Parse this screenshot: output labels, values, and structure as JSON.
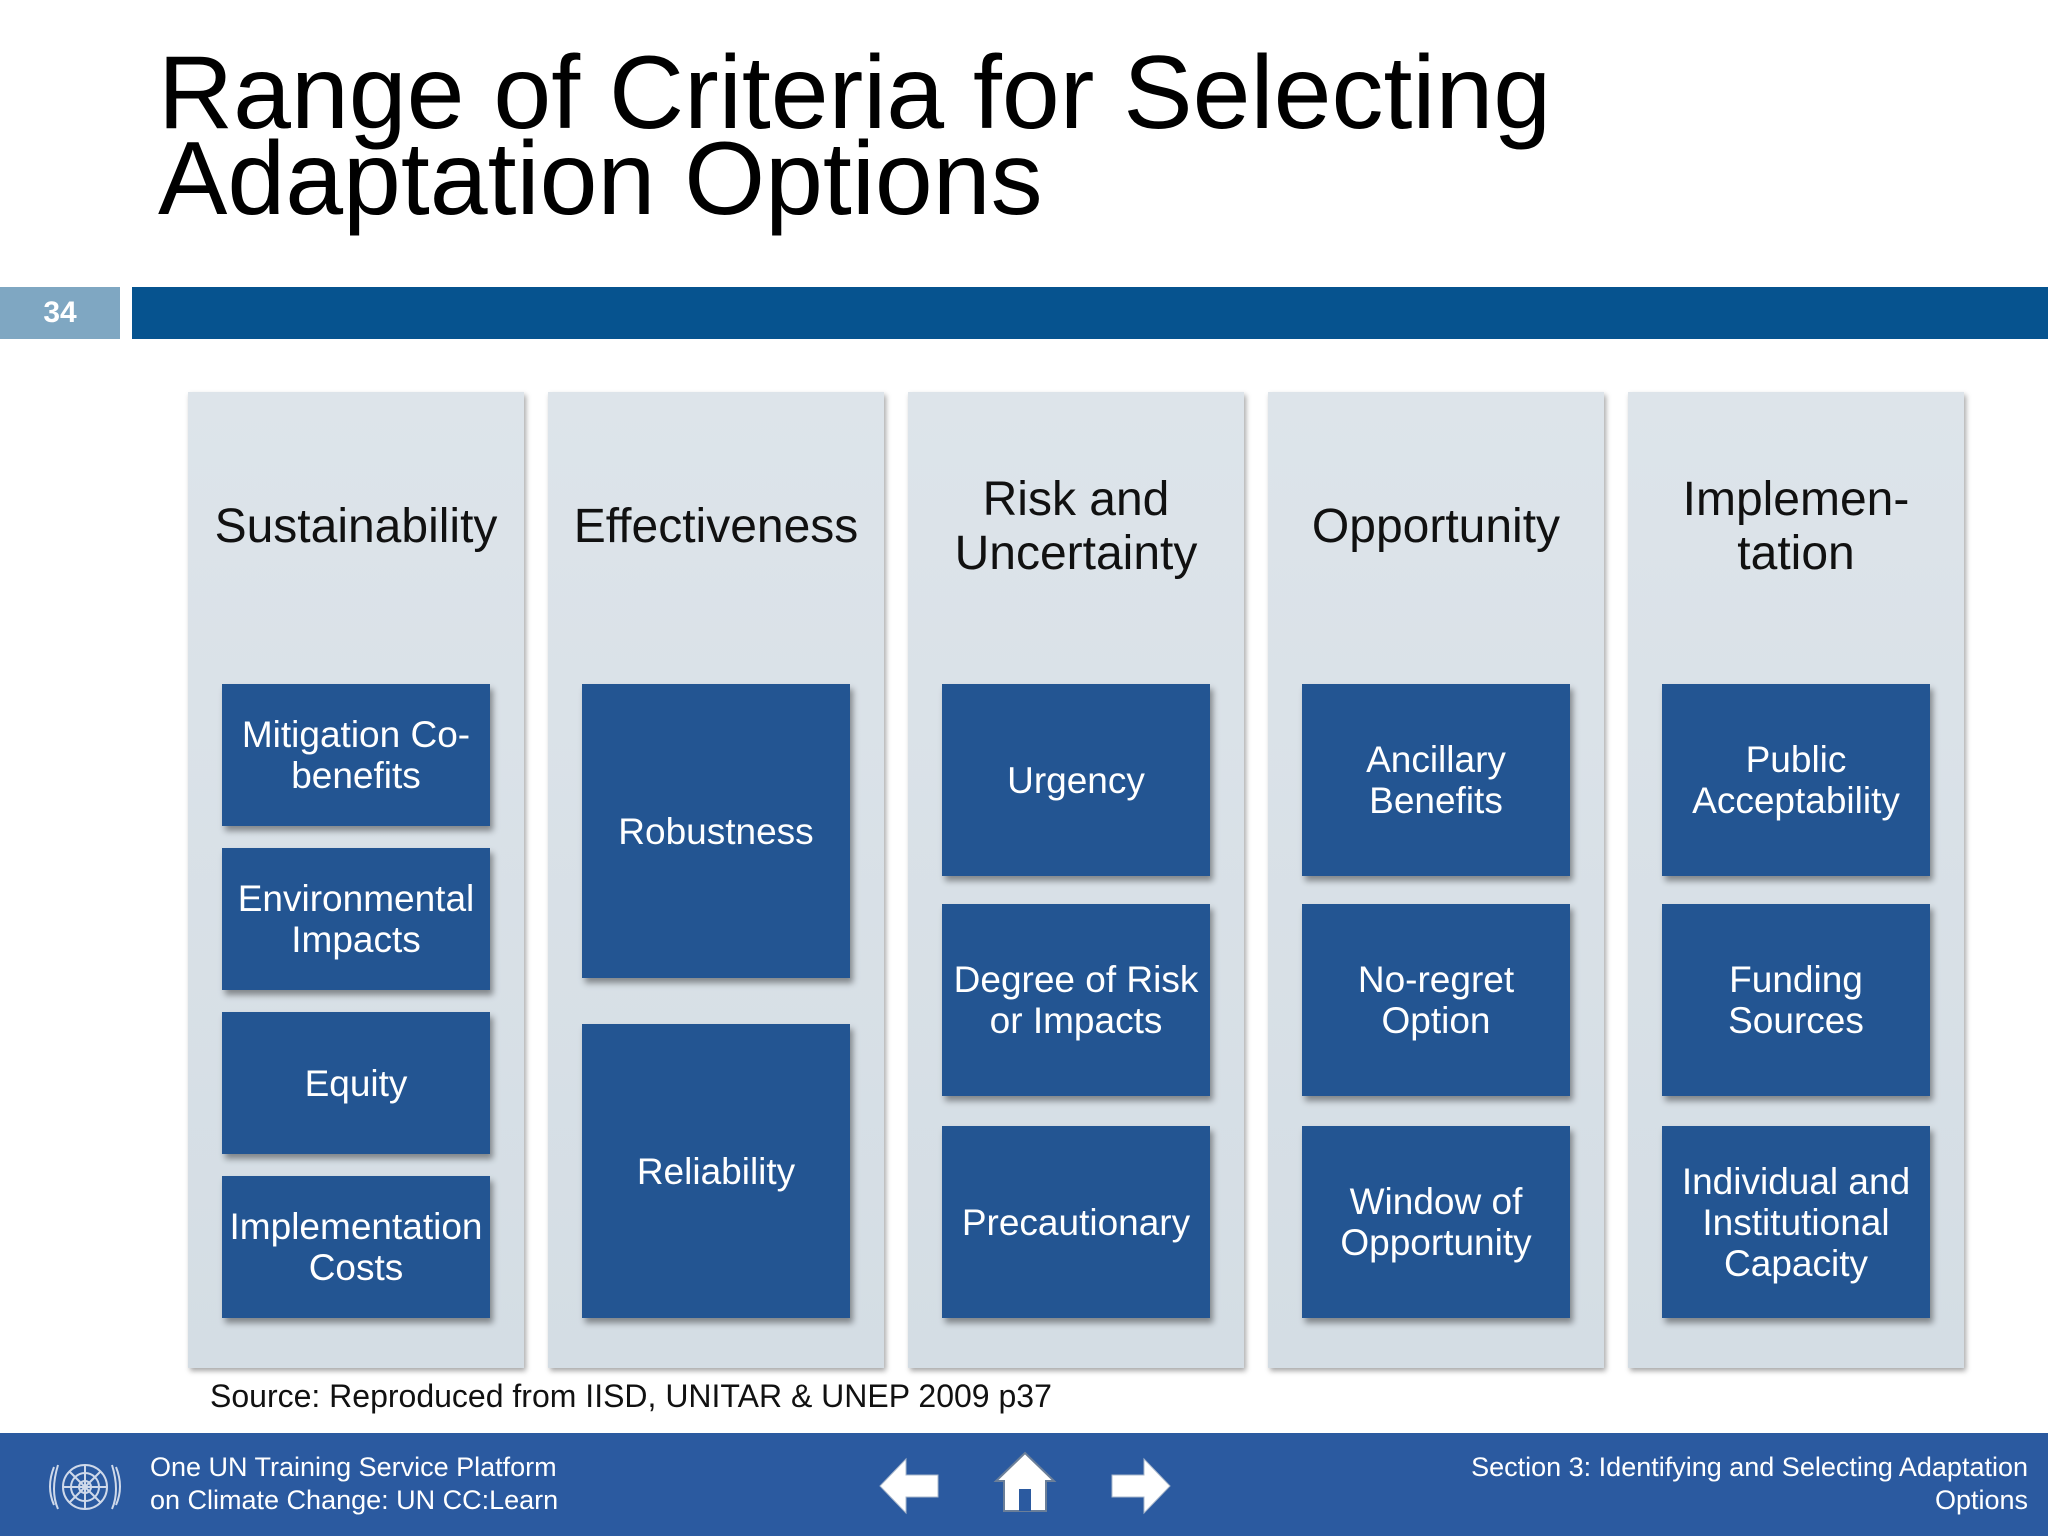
{
  "slide": {
    "title_line1": "Range of Criteria for Selecting",
    "title_line2": "Adaptation Options",
    "number": "34",
    "source": "Source: Reproduced from IISD, UNITAR & UNEP 2009 p37"
  },
  "columns": [
    {
      "heading": "Sustainability",
      "items": [
        "Mitigation Co-benefits",
        "Environmental Impacts",
        "Equity",
        "Implementation Costs"
      ]
    },
    {
      "heading": "Effectiveness",
      "items": [
        "Robustness",
        "Reliability"
      ]
    },
    {
      "heading": "Risk and Uncertainty",
      "items": [
        "Urgency",
        "Degree of Risk or Impacts",
        "Precautionary"
      ]
    },
    {
      "heading": "Opportunity",
      "items": [
        "Ancillary Benefits",
        "No-regret Option",
        "Window of Opportunity"
      ]
    },
    {
      "heading": "Implemen-tation",
      "items": [
        "Public Acceptability",
        "Funding Sources",
        "Individual and Institutional Capacity"
      ]
    }
  ],
  "footer": {
    "left_line1": "One UN Training Service Platform",
    "left_line2": "on Climate Change: UN CC:Learn",
    "right_line1": "Section 3: Identifying and Selecting Adaptation",
    "right_line2": "Options",
    "icons": [
      "un-logo-icon",
      "arrow-left-icon",
      "home-icon",
      "arrow-right-icon"
    ]
  },
  "colors": {
    "header_bar": "#06538f",
    "slide_number_box": "#7fa7c2",
    "column_bg": "#d8e0e7",
    "criteria_box": "#235592",
    "footer_bg": "#2b5aa0"
  }
}
